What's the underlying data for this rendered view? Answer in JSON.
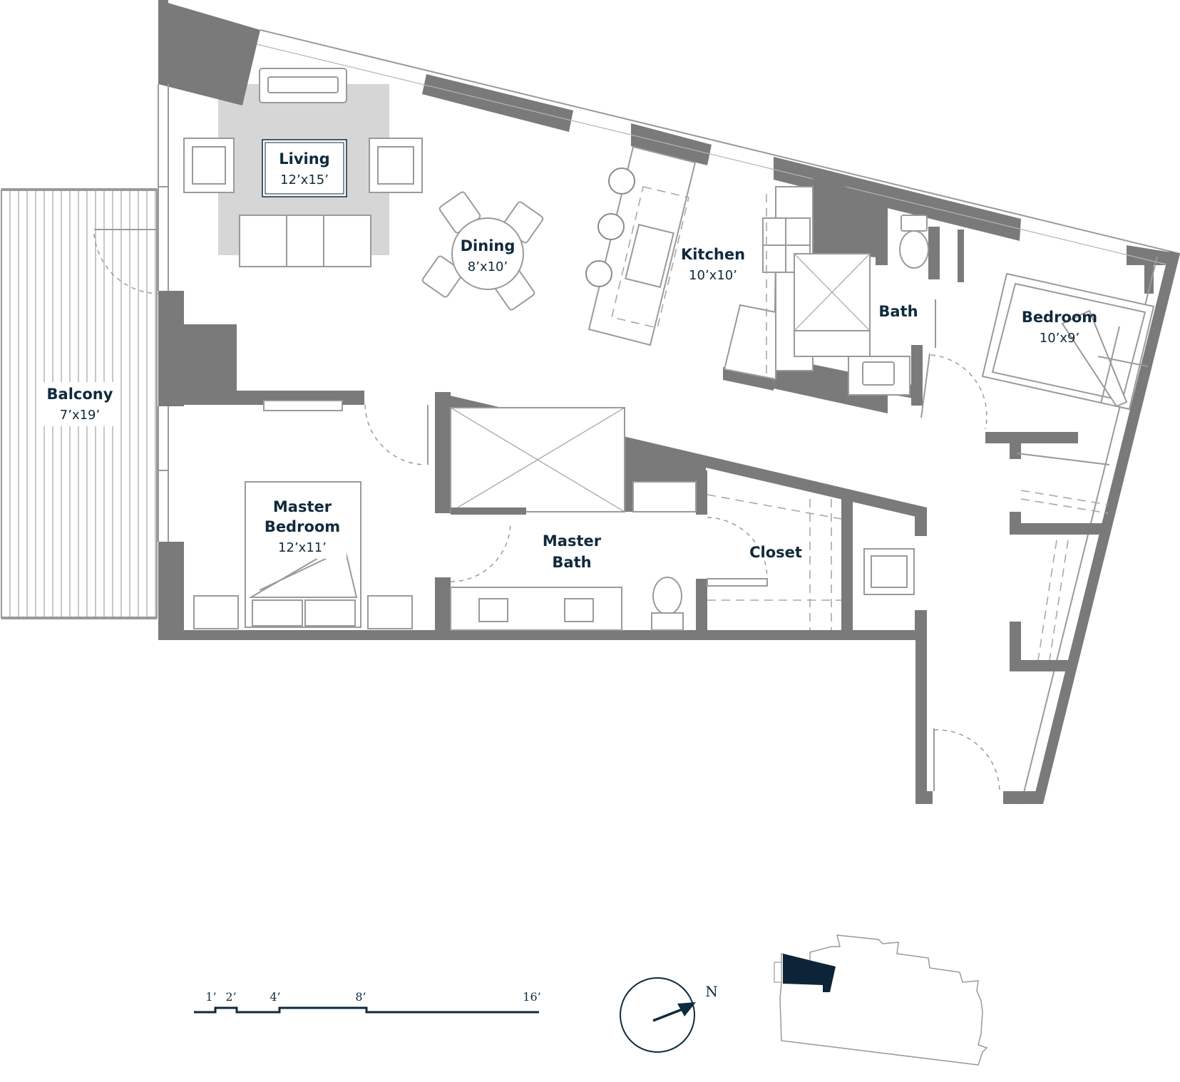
{
  "rooms": {
    "living": {
      "name": "Living",
      "dim": "12’x15’"
    },
    "dining": {
      "name": "Dining",
      "dim": "8’x10’"
    },
    "kitchen": {
      "name": "Kitchen",
      "dim": "10’x10’"
    },
    "bath": {
      "name": "Bath"
    },
    "bedroom": {
      "name": "Bedroom",
      "dim": "10’x9’"
    },
    "balcony": {
      "name": "Balcony",
      "dim": "7’x19’"
    },
    "master_bedroom": {
      "name_line1": "Master",
      "name_line2": "Bedroom",
      "dim": "12’x11’"
    },
    "master_bath": {
      "name_line1": "Master",
      "name_line2": "Bath"
    },
    "closet": {
      "name": "Closet"
    }
  },
  "scale": {
    "labels": [
      "1’",
      "2’",
      "4’",
      "8’",
      "16’"
    ]
  },
  "compass": {
    "label": "N"
  },
  "colors": {
    "wall": "#7a7a7a",
    "text": "#0f2a3c",
    "rug": "#d6d6d6",
    "highlight": "#0d2438"
  }
}
